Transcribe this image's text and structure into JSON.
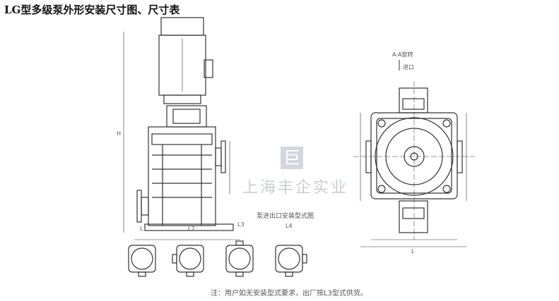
{
  "title": "LG型多级泵外形安装尺寸图、尺寸表",
  "labels": {
    "section": "A-A旋转",
    "inlet": "进口",
    "install_forms_caption": "泵进出口安装型式图",
    "note": "注：用户如无安装型式要求，出厂按L3型式供货。",
    "forms": [
      "L1",
      "L2",
      "L3",
      "L4"
    ],
    "dim_H": "H",
    "dim_L": "L"
  },
  "watermark": {
    "text": "上海丰企实业",
    "logo": "巨"
  }
}
